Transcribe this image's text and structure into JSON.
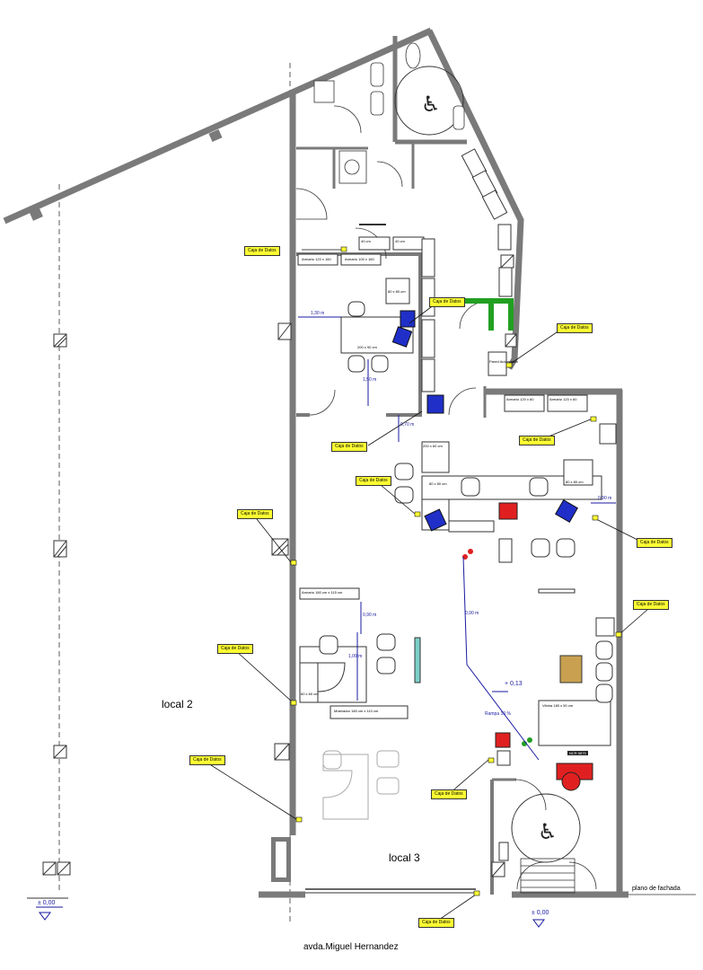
{
  "rooms": {
    "local2": "local 2",
    "local3": "local 3"
  },
  "street": "avda.Miguel Hernandez",
  "facade": "plano de fachada",
  "levels": {
    "left": "± 0,00",
    "bottom": "± 0,00",
    "ramp": "+ 0,13"
  },
  "outlet_label": "Caja de Datos",
  "furniture": {
    "armario_120": "Armario 120 x 160",
    "armario_100": "Armario 100 x 160",
    "mesa_200": "200 x 90 cm",
    "mesa_80a": "80 x 80 cm",
    "mesa_80b": "80 x 80 cm",
    "mesa_80c": "80 x 80 cm",
    "armario_180": "Armario 180 cm x 115 cm",
    "mostrador": "Mostrador 180 cm x 110 cm",
    "mesa_60": "60 x 60 cm",
    "mesa_200b": "200 x 60 cm",
    "vitrina": "Vitrina 180 x 50 cm",
    "cubiertas_a": "Armario 120 x 60",
    "cubiertas_b": "Armario 120 x 60",
    "armario_40a": "40 cm",
    "armario_40b": "40 cm",
    "pared": "Pared Automatica",
    "cajero": "NCR 5875"
  },
  "dims": {
    "d1": "1,30 m",
    "d2": "1,50 m",
    "d3": "0,70 m",
    "d4": "0,90 m",
    "d5": "0,90 m",
    "d6": "0,90 m",
    "d7": "1,00 m",
    "ramp": "Rampa 10 %"
  },
  "colors": {
    "wall": "#7a7a7a",
    "outlet": "#ffff33",
    "chair": "#1f2fc8",
    "accent_red": "#e02020",
    "accent_green": "#22a022",
    "dimension": "#1a1aa0"
  }
}
